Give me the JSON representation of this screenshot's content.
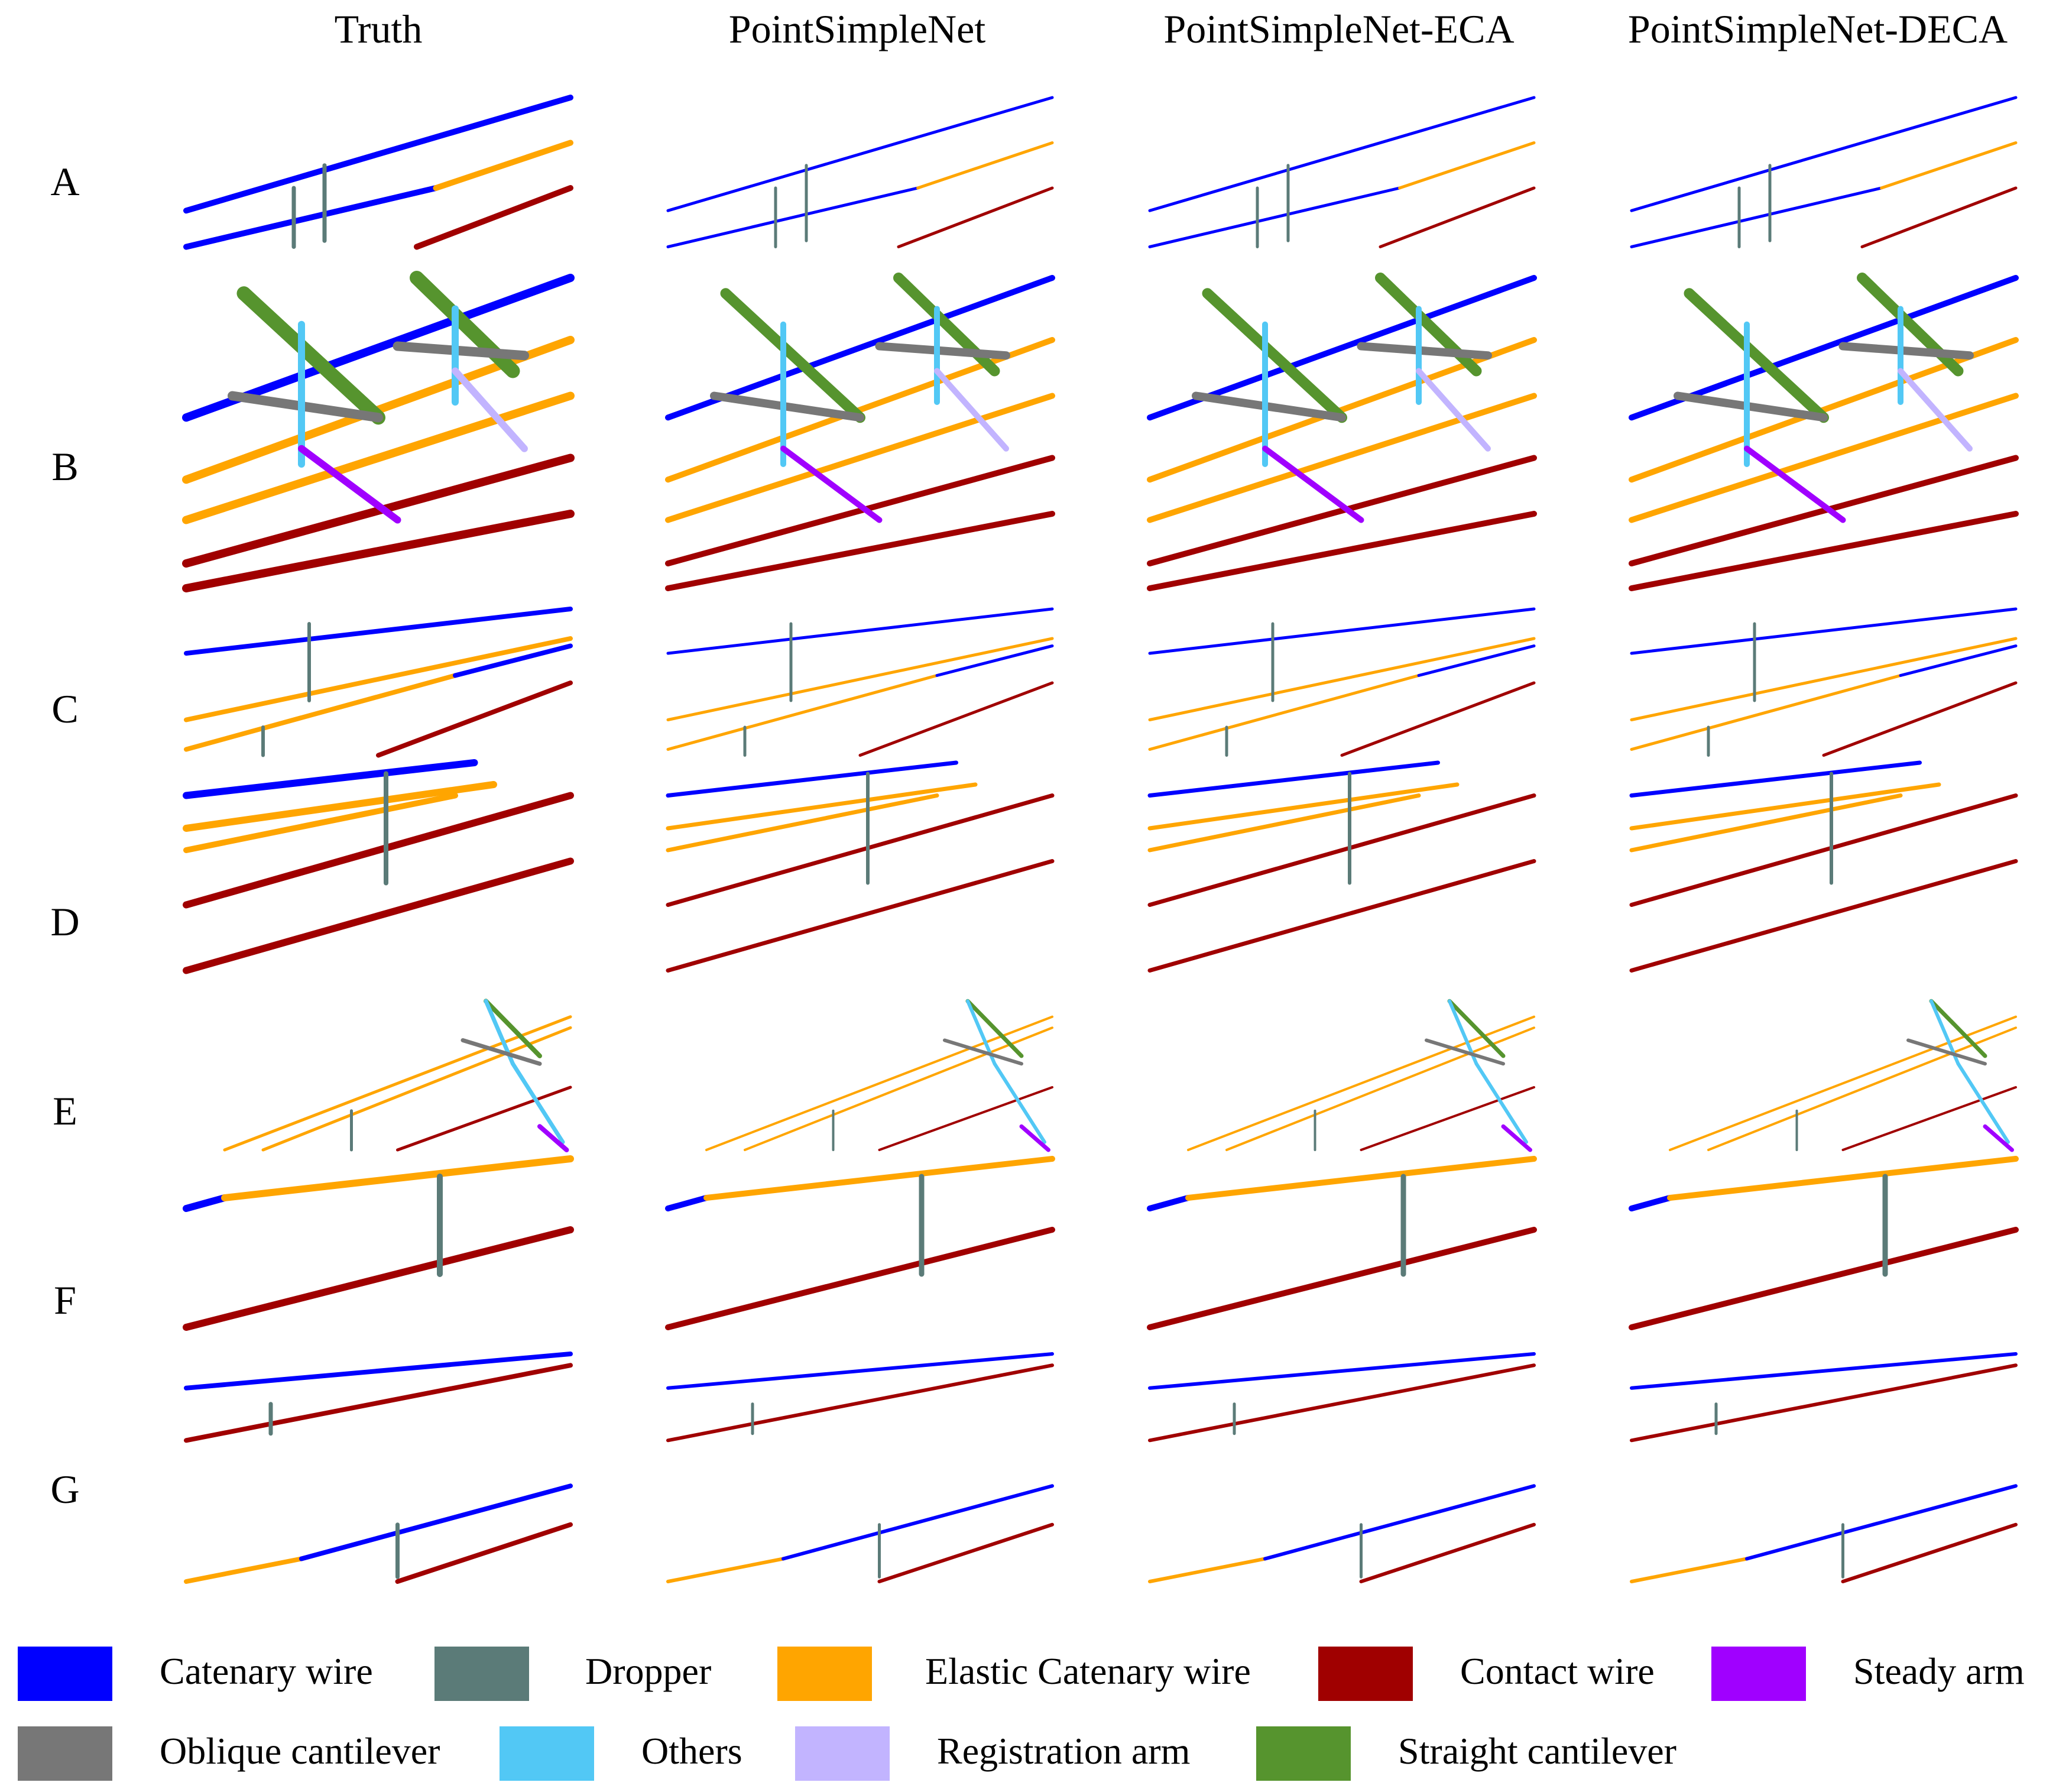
{
  "columns": [
    "Truth",
    "PointSimpleNet",
    "PointSimpleNet-ECA",
    "PointSimpleNet-DECA"
  ],
  "rows": [
    "A",
    "B",
    "C",
    "D",
    "E",
    "F",
    "G"
  ],
  "classes": {
    "catenary": {
      "label": "Catenary wire",
      "color": "#0000ff"
    },
    "dropper": {
      "label": "Dropper",
      "color": "#5b7b78"
    },
    "elastic": {
      "label": "Elastic Catenary wire",
      "color": "#ffa500"
    },
    "contact": {
      "label": "Contact wire",
      "color": "#a00000"
    },
    "steady": {
      "label": "Steady arm",
      "color": "#a000ff"
    },
    "oblique": {
      "label": "Oblique cantilever",
      "color": "#777777"
    },
    "others": {
      "label": "Others",
      "color": "#52c8f5"
    },
    "registration": {
      "label": "Registration arm",
      "color": "#c2b4ff"
    },
    "straight": {
      "label": "Straight cantilever",
      "color": "#56942e"
    }
  },
  "legend_order": [
    [
      "catenary",
      "dropper",
      "elastic",
      "contact",
      "steady"
    ],
    [
      "oblique",
      "others",
      "registration",
      "straight"
    ]
  ]
}
